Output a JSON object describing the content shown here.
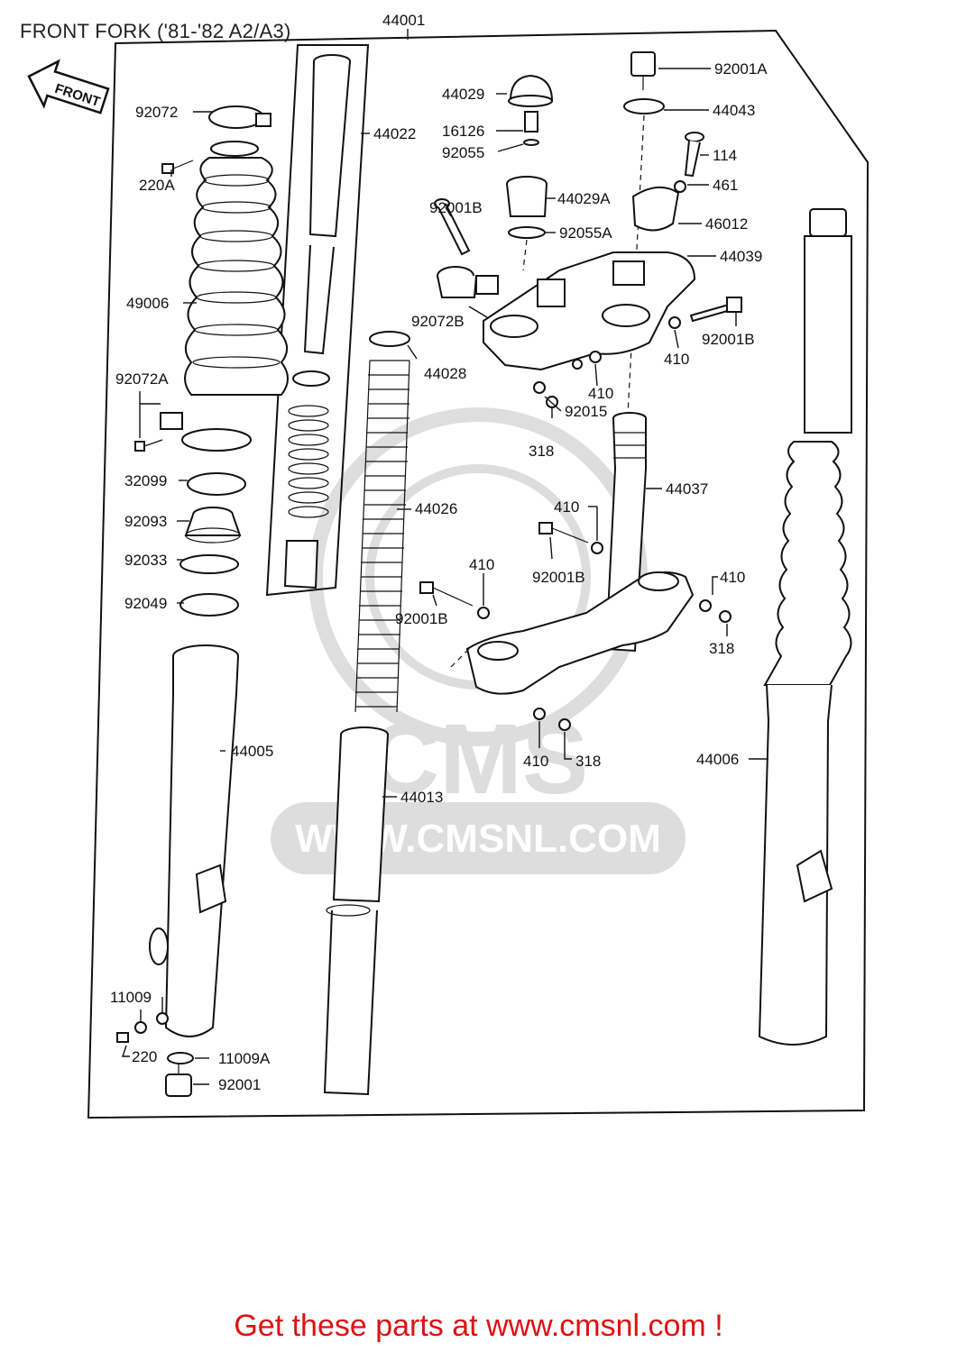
{
  "title": "FRONT FORK ('81-'82 A2/A3)",
  "front_arrow_label": "FRONT",
  "watermark": {
    "brand": "CMS",
    "url": "WWW.CMSNL.COM"
  },
  "footer": "Get these parts at www.cmsnl.com !",
  "parts": [
    {
      "id": "p44001",
      "label": "44001"
    },
    {
      "id": "p92072",
      "label": "92072"
    },
    {
      "id": "p220A",
      "label": "220A"
    },
    {
      "id": "p49006",
      "label": "49006"
    },
    {
      "id": "p92072A",
      "label": "92072A"
    },
    {
      "id": "p32099",
      "label": "32099"
    },
    {
      "id": "p92093",
      "label": "92093"
    },
    {
      "id": "p92033",
      "label": "92033"
    },
    {
      "id": "p92049",
      "label": "92049"
    },
    {
      "id": "p44005",
      "label": "44005"
    },
    {
      "id": "p11009",
      "label": "11009"
    },
    {
      "id": "p220",
      "label": "220"
    },
    {
      "id": "p11009A",
      "label": "11009A"
    },
    {
      "id": "p92001",
      "label": "92001"
    },
    {
      "id": "p44022",
      "label": "44022"
    },
    {
      "id": "p44026",
      "label": "44026"
    },
    {
      "id": "p44028",
      "label": "44028"
    },
    {
      "id": "p44013",
      "label": "44013"
    },
    {
      "id": "p44029",
      "label": "44029"
    },
    {
      "id": "p16126",
      "label": "16126"
    },
    {
      "id": "p92055",
      "label": "92055"
    },
    {
      "id": "p44029A",
      "label": "44029A"
    },
    {
      "id": "p92055A",
      "label": "92055A"
    },
    {
      "id": "p92001B_a",
      "label": "92001B"
    },
    {
      "id": "p92072B",
      "label": "92072B"
    },
    {
      "id": "p92001A",
      "label": "92001A"
    },
    {
      "id": "p44043",
      "label": "44043"
    },
    {
      "id": "p114",
      "label": "114"
    },
    {
      "id": "p461",
      "label": "461"
    },
    {
      "id": "p46012",
      "label": "46012"
    },
    {
      "id": "p44039",
      "label": "44039"
    },
    {
      "id": "p92001B_b",
      "label": "92001B"
    },
    {
      "id": "p410_a",
      "label": "410"
    },
    {
      "id": "p410_b",
      "label": "410"
    },
    {
      "id": "p92015",
      "label": "92015"
    },
    {
      "id": "p318_a",
      "label": "318"
    },
    {
      "id": "p44037",
      "label": "44037"
    },
    {
      "id": "p410_c",
      "label": "410"
    },
    {
      "id": "p92001B_c",
      "label": "92001B"
    },
    {
      "id": "p410_d",
      "label": "410"
    },
    {
      "id": "p92001B_d",
      "label": "92001B"
    },
    {
      "id": "p410_e",
      "label": "410"
    },
    {
      "id": "p318_b",
      "label": "318"
    },
    {
      "id": "p410_f",
      "label": "410"
    },
    {
      "id": "p318_c",
      "label": "318"
    },
    {
      "id": "p44006",
      "label": "44006"
    }
  ]
}
